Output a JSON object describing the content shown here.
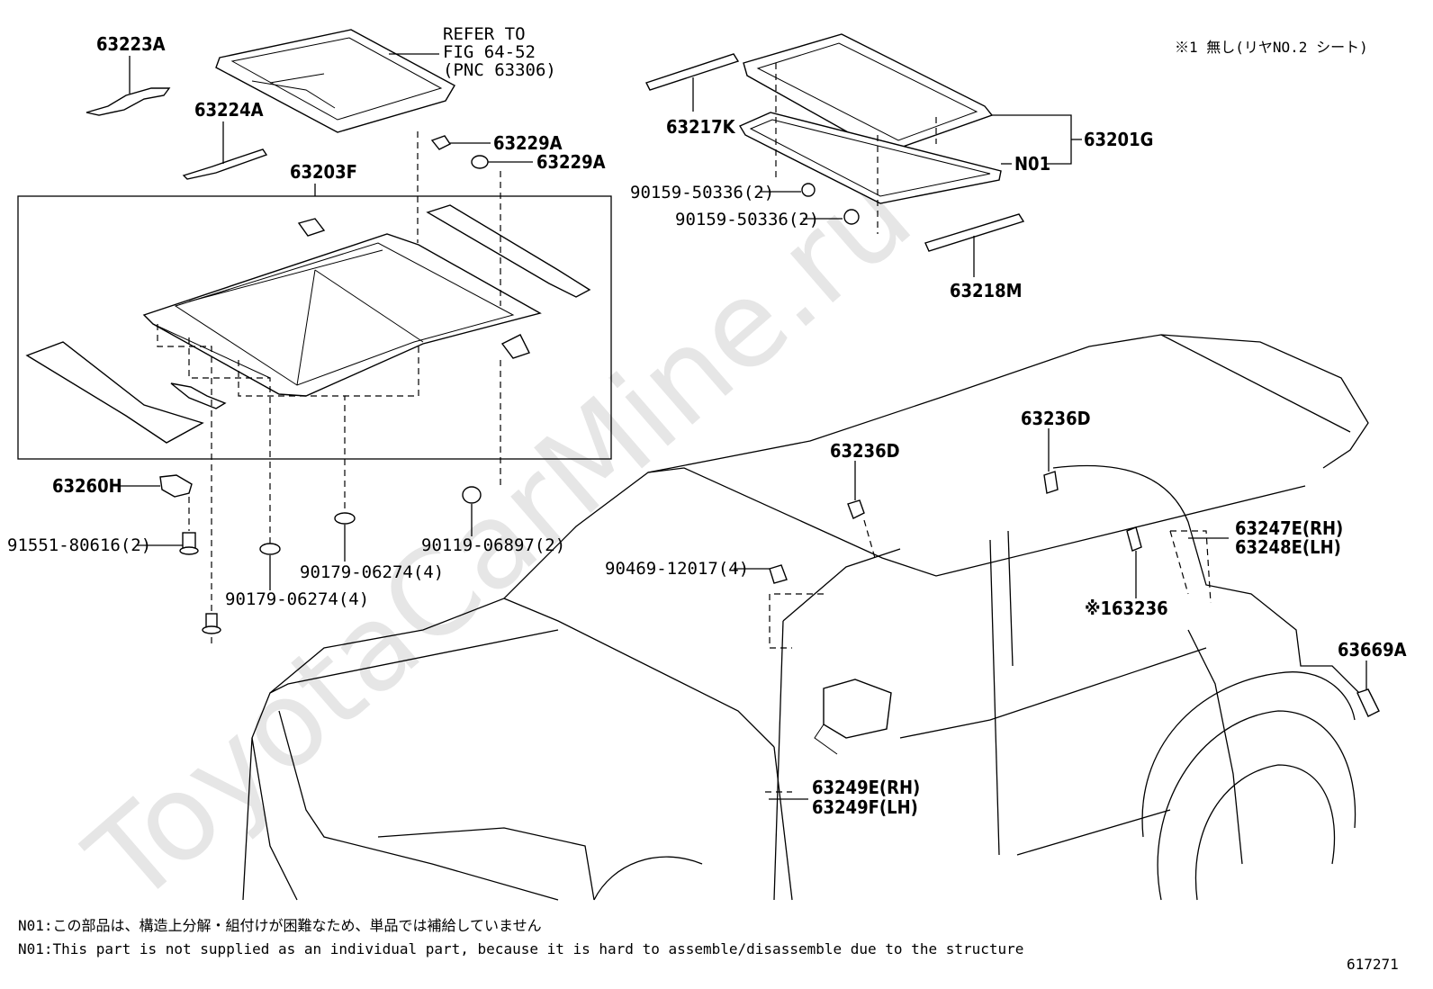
{
  "watermark": "ToyotaCarMine.ru",
  "note_top_right": "※1  無し(リヤNO.2 シート)",
  "refer": {
    "line1": "REFER TO",
    "line2": "FIG 64-52",
    "line3": "(PNC 63306)"
  },
  "parts": {
    "p63223A": "63223A",
    "p63224A": "63224A",
    "p63229A_1": "63229A",
    "p63229A_2": "63229A",
    "p63203F": "63203F",
    "p63217K": "63217K",
    "p63201G": "63201G",
    "pN01": "N01",
    "p90159_1": "90159-50336(2)",
    "p90159_2": "90159-50336(2)",
    "p63218M": "63218M",
    "p63260H": "63260H",
    "p91551": "91551-80616(2)",
    "p90119": "90119-06897(2)",
    "p90179_1": "90179-06274(4)",
    "p90179_2": "90179-06274(4)",
    "p90469": "90469-12017(4)",
    "p63236D_1": "63236D",
    "p63236D_2": "63236D",
    "p63247E": "63247E(RH)",
    "p63248E": "63248E(LH)",
    "p63236": "※163236",
    "p63669A": "63669A",
    "p63249E": "63249E(RH)",
    "p63249F": "63249F(LH)"
  },
  "footnotes": {
    "jp": "N01:この部品は、構造上分解・組付けが困難なため、単品では補給していません",
    "en": "N01:This part is not supplied as an individual part, because it is hard to assemble/disassemble due to the structure"
  },
  "figure_number": "617271"
}
